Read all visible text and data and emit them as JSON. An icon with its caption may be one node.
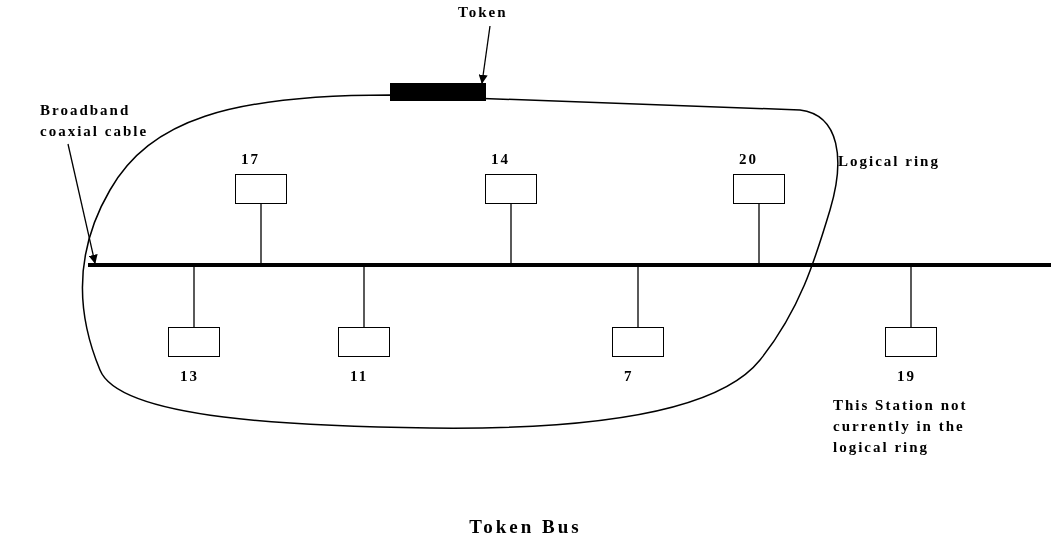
{
  "diagram": {
    "caption": "Token Bus",
    "nodes": [
      {
        "text": [
          "Token"
        ]
      },
      {
        "text": [],
        "shape": "bar"
      },
      {
        "text": [
          "Broadband coaxial cable"
        ]
      },
      {
        "text": [],
        "shape": "loop"
      },
      {
        "text": [
          "17"
        ],
        "in": 3
      },
      {
        "text": [
          "14"
        ],
        "in": 3
      },
      {
        "text": [
          "20"
        ],
        "in": 3
      },
      {
        "text": [],
        "shape": "bar"
      },
      {
        "text": [
          "13"
        ],
        "in": 3
      },
      {
        "text": [
          "11"
        ],
        "in": 3
      },
      {
        "text": [
          "7"
        ],
        "in": 3
      },
      {
        "text": [
          "19"
        ],
        "beside": [
          "This Station not currently in the logical ring"
        ]
      }
    ],
    "edges": [
      {
        "from": 0,
        "to": 1,
        "arrow": "to"
      },
      {
        "from": 2,
        "to": 7,
        "arrow": "to"
      },
      {
        "from": 4,
        "to": 7,
        "arrow": "none"
      },
      {
        "from": 5,
        "to": 7,
        "arrow": "none"
      },
      {
        "from": 6,
        "to": 7,
        "arrow": "none"
      },
      {
        "from": 8,
        "to": 7,
        "arrow": "none"
      },
      {
        "from": 9,
        "to": 7,
        "arrow": "none"
      },
      {
        "from": 10,
        "to": 7,
        "arrow": "none"
      },
      {
        "from": 11,
        "to": 7,
        "arrow": "none"
      }
    ],
    "labels": [
      "Logical ring"
    ]
  }
}
